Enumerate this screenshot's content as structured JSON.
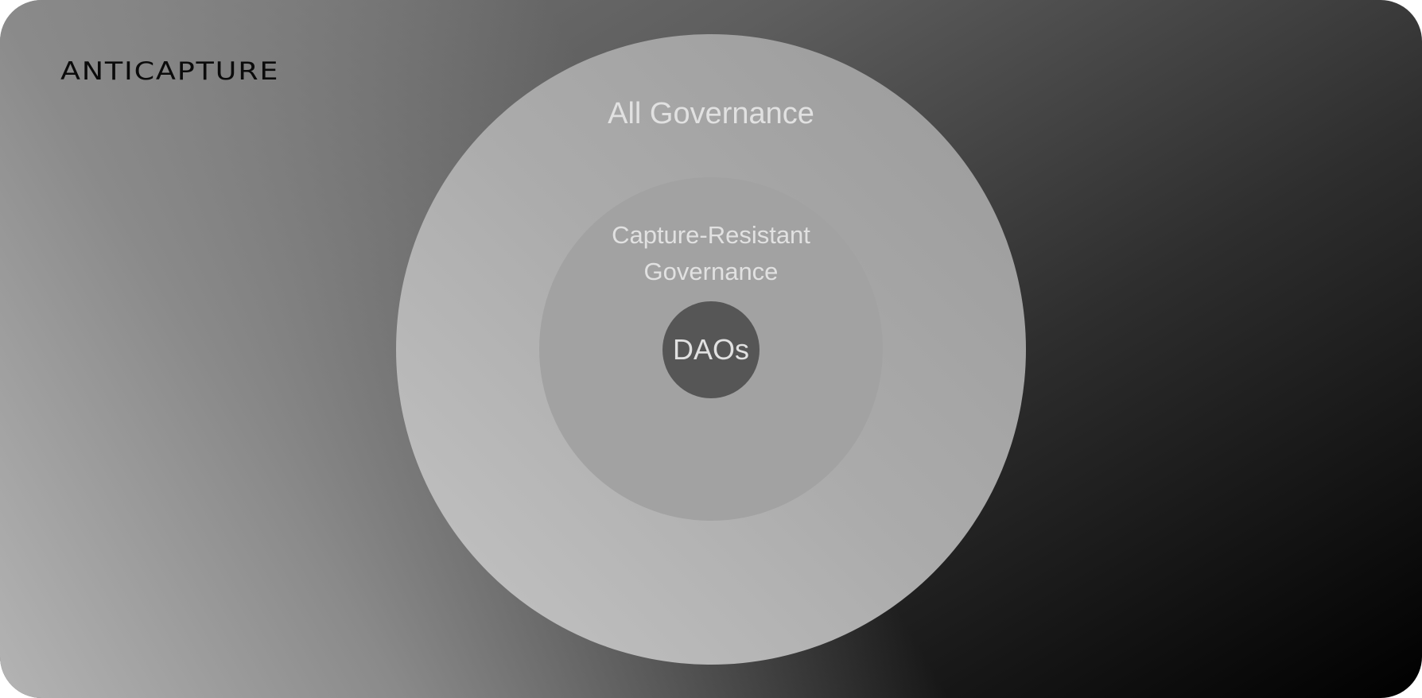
{
  "logo": {
    "text": "ANTICAPTURE"
  },
  "diagram": {
    "type": "nested-circles",
    "outer": {
      "label": "All Governance"
    },
    "middle": {
      "label_lines": [
        "Capture-Resistant",
        "Governance"
      ]
    },
    "inner": {
      "label": "DAOs"
    }
  },
  "colors": {
    "outer_circle": "#ababab",
    "middle_circle": "#a2a2a2",
    "inner_circle": "#565656",
    "label_text": "#e1e1e1",
    "logo_text": "#0b0b0b"
  }
}
